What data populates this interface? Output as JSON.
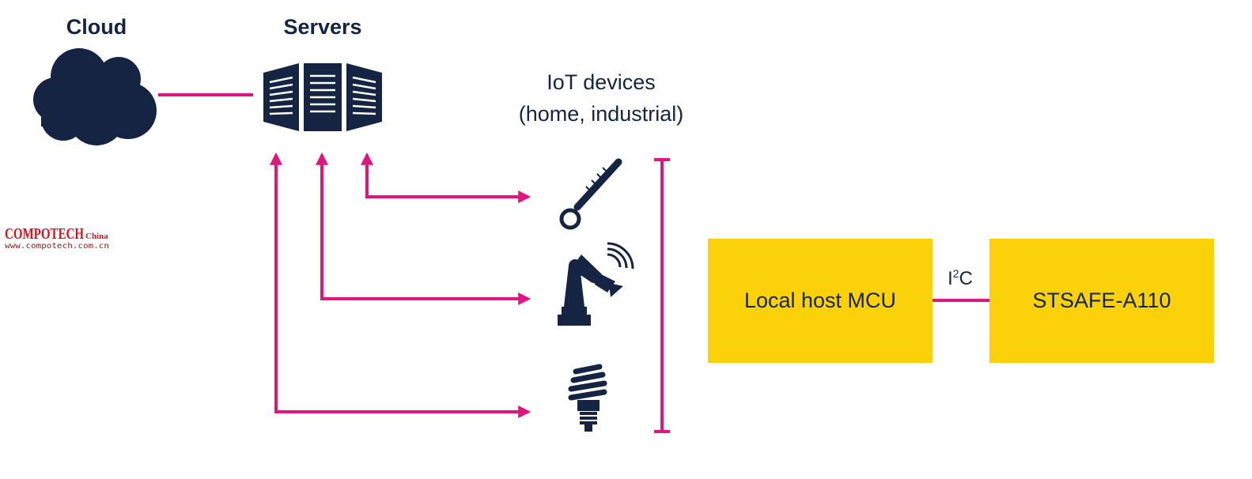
{
  "diagram": {
    "labels": {
      "cloud": "Cloud",
      "servers": "Servers",
      "iot_line1": "IoT devices",
      "iot_line2": "(home, industrial)",
      "host_mcu": "Local host MCU",
      "stsafe": "STSAFE-A110",
      "bus_i": "I",
      "bus_sup": "2",
      "bus_c": "C"
    },
    "watermark": {
      "main": "COMPOTECH",
      "suffix": "China",
      "url": "www.compotech.com.cn"
    },
    "colors": {
      "navy": "#142442",
      "magenta": "#e0157f",
      "yellow": "#fbd20a",
      "watermark_red": "#e0101b"
    },
    "icons": [
      "cloud-icon",
      "server-rack-icon",
      "thermometer-icon",
      "robot-arm-icon",
      "light-bulb-icon"
    ]
  }
}
